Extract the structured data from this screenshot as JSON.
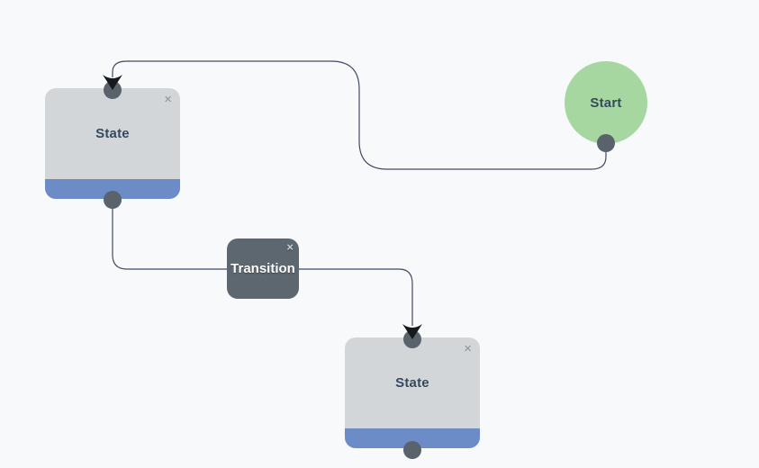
{
  "diagram": {
    "type": "state-machine-editor",
    "nodes": [
      {
        "id": "state-top",
        "label": "State",
        "shape": "rounded-rect",
        "fill": "#d2d6d9",
        "accent": "#6b8cc7",
        "text_color": "#36495e"
      },
      {
        "id": "start",
        "label": "Start",
        "shape": "circle",
        "fill": "#a7d7a1",
        "text_color": "#36495e"
      },
      {
        "id": "transition",
        "label": "Transition",
        "shape": "rounded-rect",
        "fill": "#5d6770",
        "text_color": "#ffffff"
      },
      {
        "id": "state-bottom",
        "label": "State",
        "shape": "rounded-rect",
        "fill": "#d2d6d9",
        "accent": "#6b8cc7",
        "text_color": "#36495e"
      }
    ],
    "links": [
      {
        "from": "start",
        "to": "state-top"
      },
      {
        "from": "state-top",
        "to": "state-bottom",
        "via": "transition"
      }
    ]
  },
  "icons": {
    "close_glyph": "×"
  },
  "theme": {
    "canvas-bg": "#f8f9fa",
    "state-fill": "#d2d6d9",
    "state-accent": "#6b8cc7",
    "node-text": "#36495e",
    "start-fill": "#a7d7a1",
    "transition-fill": "#5d6770",
    "transition-text": "#ffffff",
    "link-stroke": "#3f4c60",
    "port-fill": "#5a636b",
    "arrow-fill": "#16191d",
    "close-dark": "#8d9298",
    "close-light": "#c9ced2"
  }
}
